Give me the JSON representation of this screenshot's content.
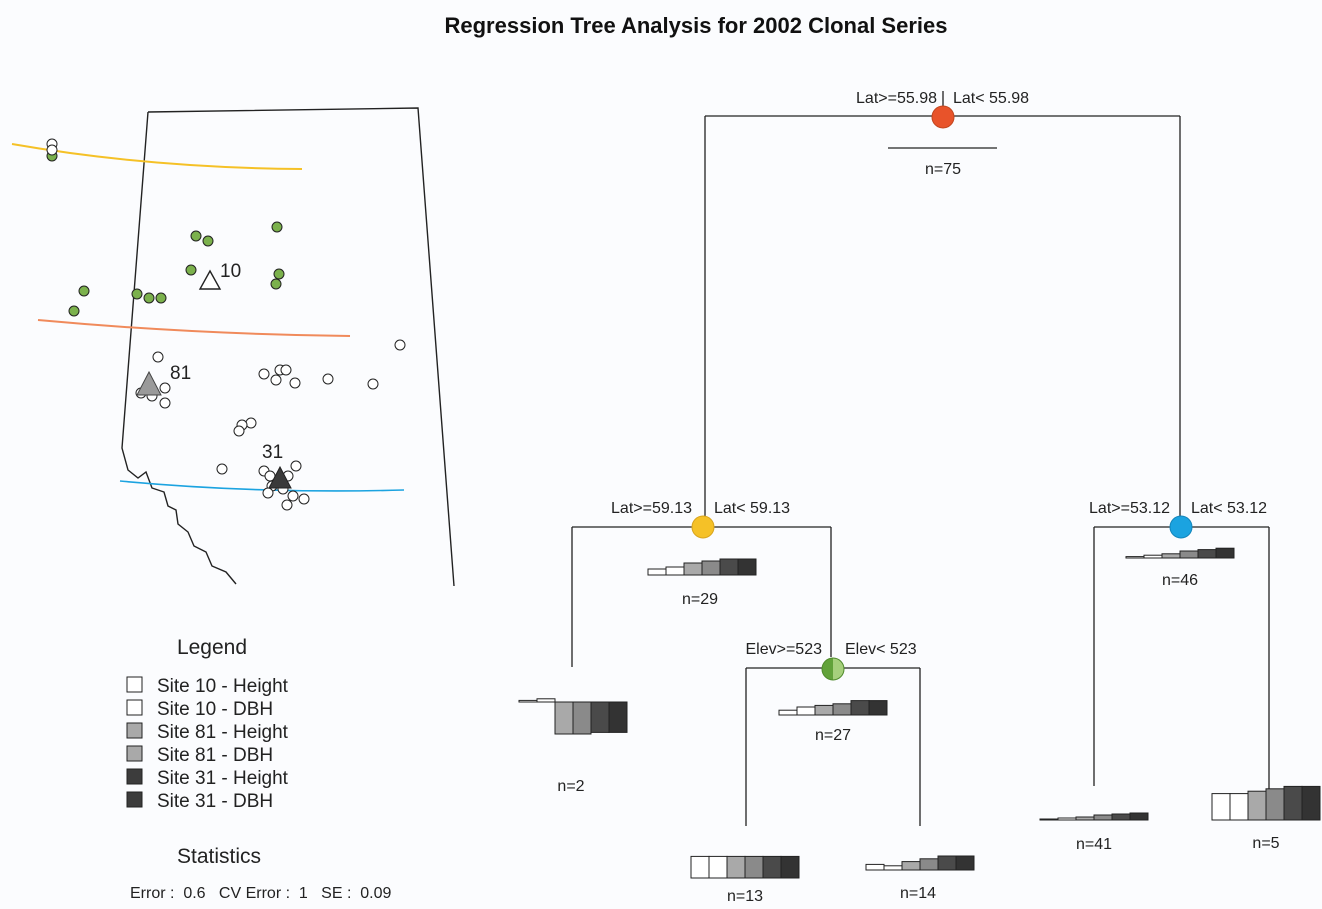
{
  "title": "Regression Tree Analysis for 2002 Clonal Series",
  "colors": {
    "root": "#e8532a",
    "yellow": "#f5c127",
    "blue": "#1ba3e0",
    "green": "#79b545",
    "sw_white": "#ffffff",
    "sw_light": "#a9a9a9",
    "sw_mid": "#8a8a8a",
    "sw_dark": "#4a4a4a",
    "sw_darker": "#333333"
  },
  "map": {
    "site_labels": [
      "10",
      "81",
      "31"
    ]
  },
  "legend": {
    "title": "Legend",
    "items": [
      {
        "label": "Site 10 - Height",
        "color": "#ffffff"
      },
      {
        "label": "Site 10 - DBH",
        "color": "#ffffff"
      },
      {
        "label": "Site 81 - Height",
        "color": "#a9a9a9"
      },
      {
        "label": "Site 81 - DBH",
        "color": "#a9a9a9"
      },
      {
        "label": "Site 31 - Height",
        "color": "#3c3c3c"
      },
      {
        "label": "Site 31 - DBH",
        "color": "#3c3c3c"
      }
    ]
  },
  "statistics": {
    "title": "Statistics",
    "text": "Error :  0.6   CV Error :  1   SE :  0.09"
  },
  "tree": {
    "root": {
      "left": "Lat>=55.98",
      "right": "Lat< 55.98",
      "n": "n=75",
      "values": [
        0,
        0,
        0,
        0,
        0,
        0
      ]
    },
    "lat59": {
      "left": "Lat>=59.13",
      "right": "Lat< 59.13",
      "n": "n=29",
      "values": [
        0.3,
        0.4,
        0.6,
        0.7,
        0.8,
        0.8
      ]
    },
    "lat53": {
      "left": "Lat>=53.12",
      "right": "Lat< 53.12",
      "n": "n=46",
      "values": [
        0.1,
        0.2,
        0.3,
        0.5,
        0.6,
        0.7
      ]
    },
    "elev": {
      "left": "Elev>=523",
      "right": "Elev< 523",
      "n": "n=27",
      "values": [
        0.3,
        0.5,
        0.6,
        0.7,
        0.9,
        0.9
      ]
    },
    "leaves": [
      {
        "n": "n=2",
        "values": [
          0.1,
          0.2,
          -2.0,
          -2.0,
          -1.9,
          -1.9
        ]
      },
      {
        "n": "n=13",
        "values": [
          1.2,
          1.2,
          1.2,
          1.2,
          1.2,
          1.2
        ]
      },
      {
        "n": "n=14",
        "values": [
          0.4,
          0.3,
          0.6,
          0.8,
          1.0,
          1.0
        ]
      },
      {
        "n": "n=41",
        "values": [
          0.1,
          0.2,
          0.3,
          0.5,
          0.6,
          0.7
        ]
      },
      {
        "n": "n=5",
        "values": [
          2.2,
          2.2,
          2.4,
          2.6,
          2.8,
          2.8
        ]
      }
    ]
  }
}
